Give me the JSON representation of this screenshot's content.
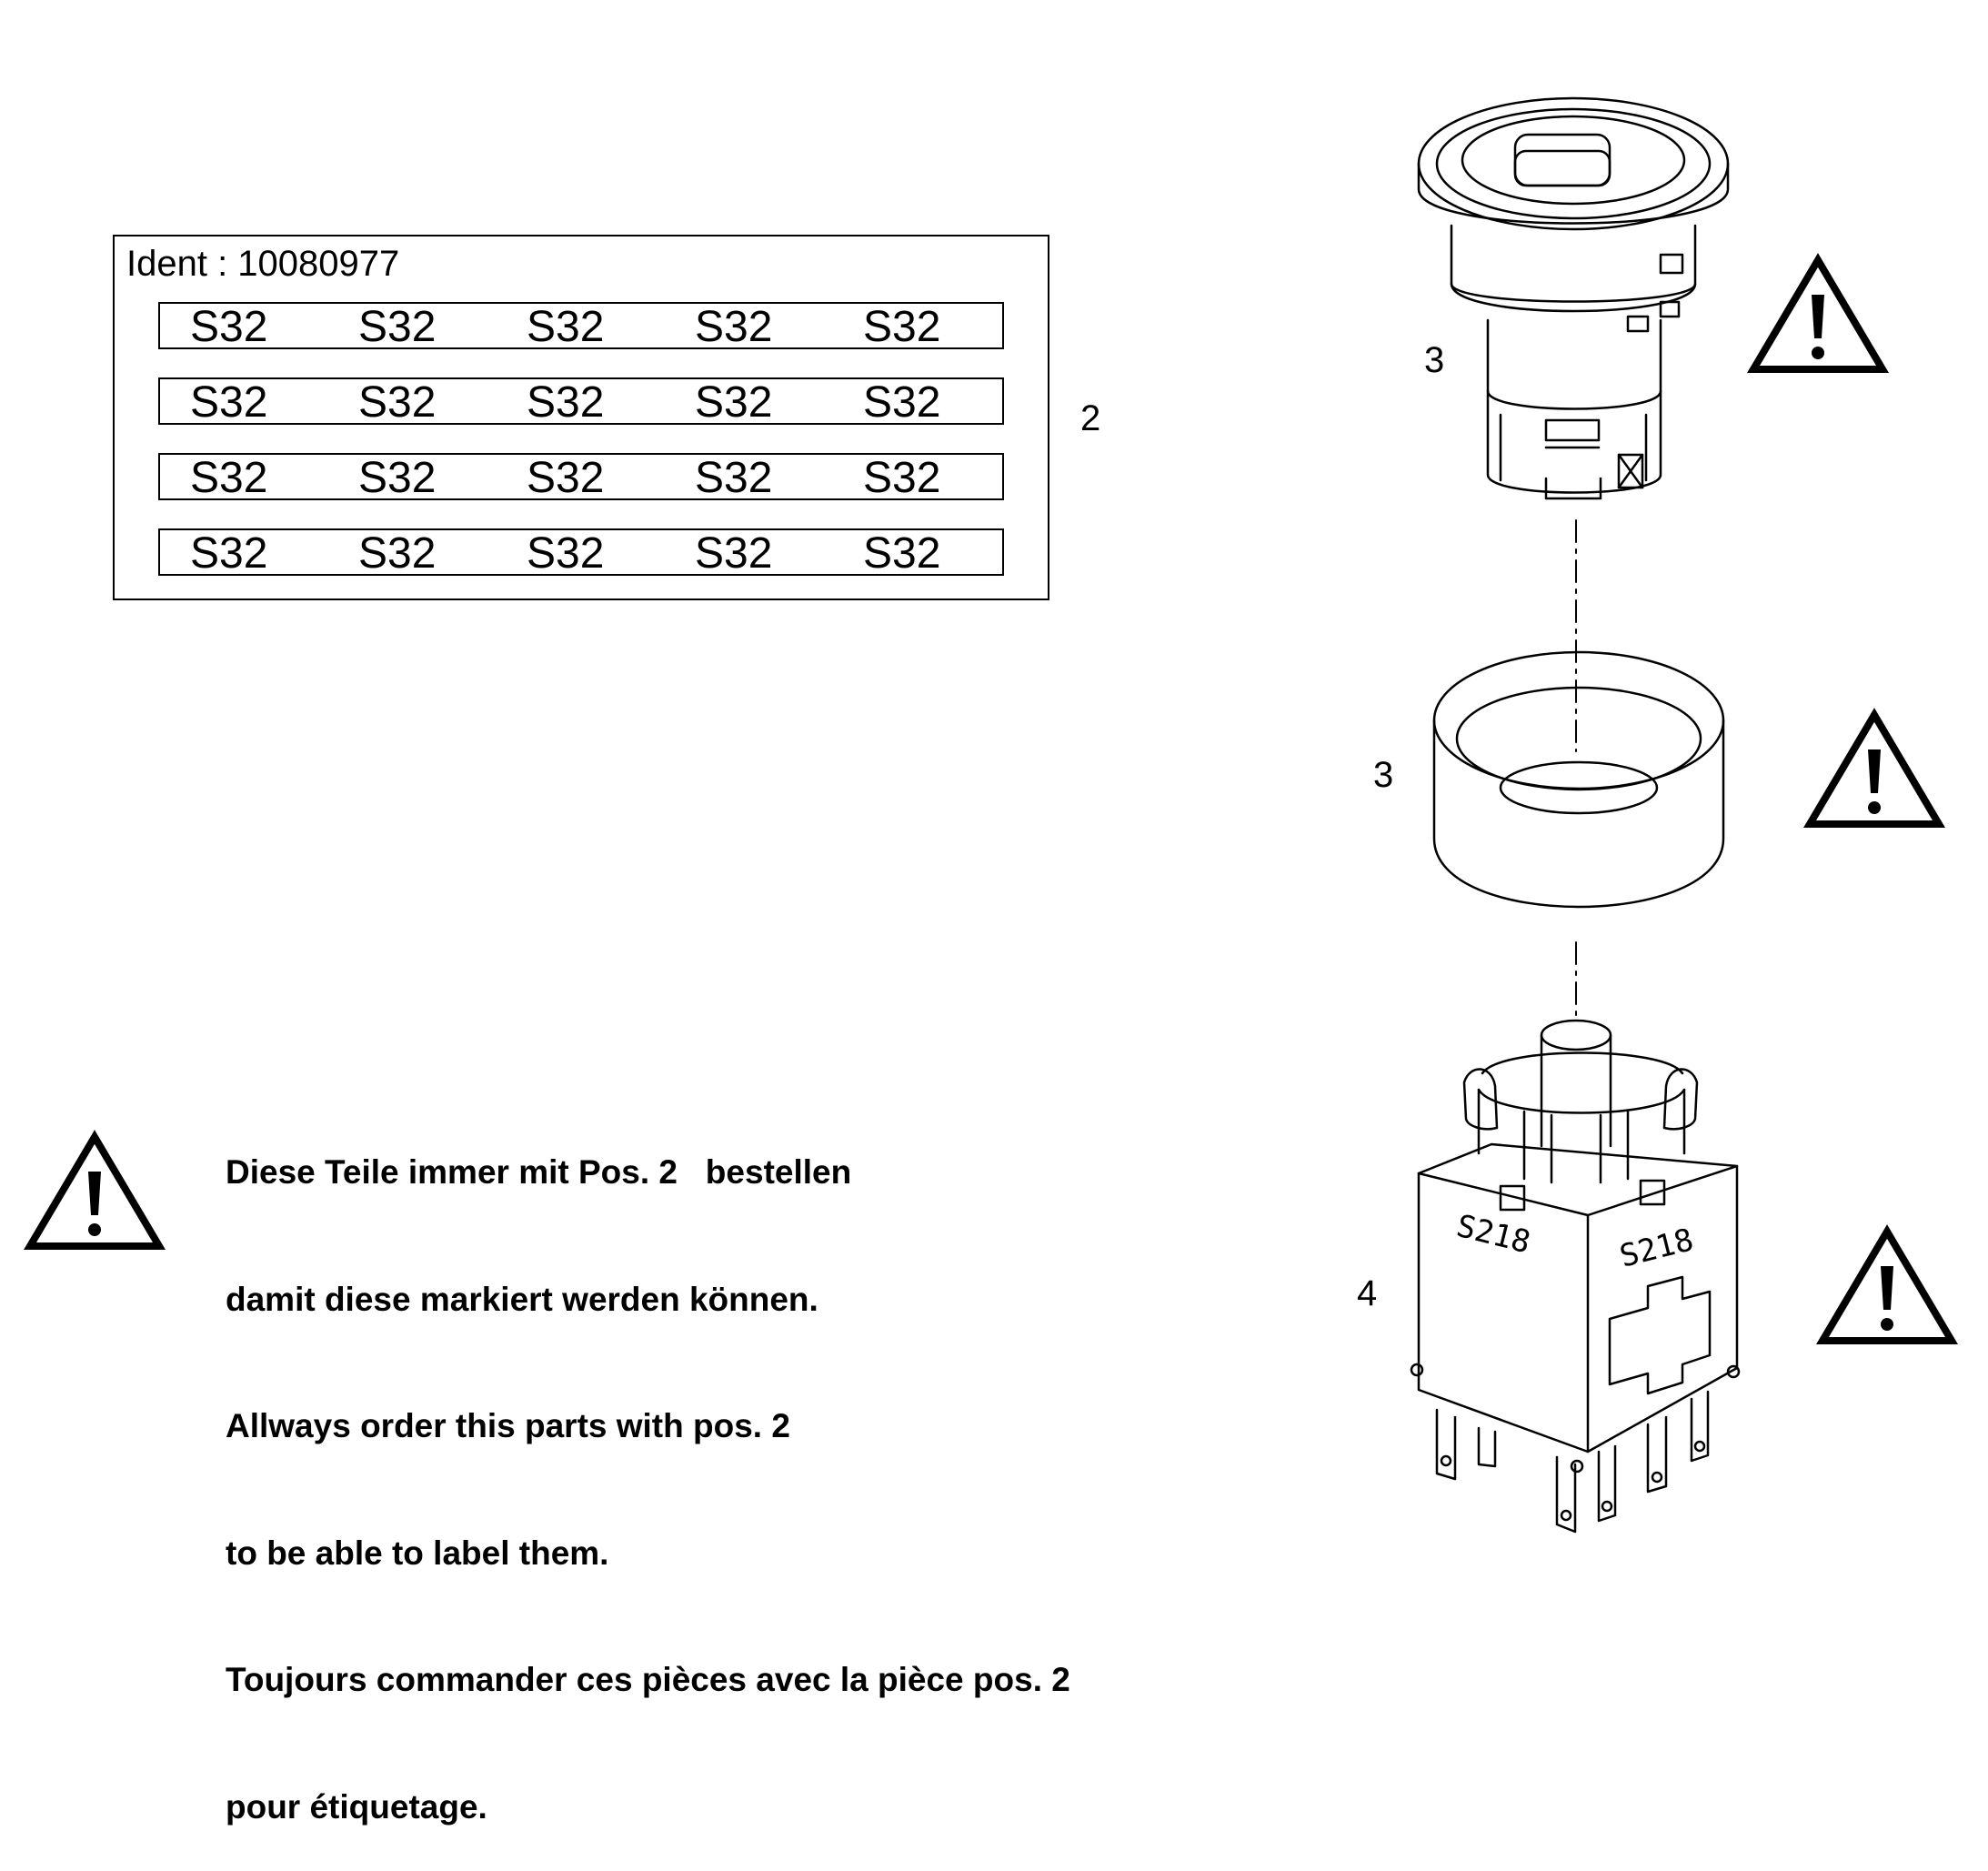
{
  "label_card": {
    "ident": "Ident : 10080977",
    "rows": [
      [
        "S32",
        "S32",
        "S32",
        "S32",
        "S32"
      ],
      [
        "S32",
        "S32",
        "S32",
        "S32",
        "S32"
      ],
      [
        "S32",
        "S32",
        "S32",
        "S32",
        "S32"
      ],
      [
        "S32",
        "S32",
        "S32",
        "S32",
        "S32"
      ]
    ]
  },
  "position_numbers": {
    "label_card": "2",
    "pushbutton_head": "3",
    "collar_ring": "3",
    "switch_block": "4"
  },
  "switch_block_markings": {
    "left_face": "S218",
    "right_face": "S218"
  },
  "note_lines": [
    "Diese Teile immer mit Pos. 2   bestellen",
    "damit diese markiert werden können.",
    "Allways order this parts with pos. 2",
    "to be able to label them.",
    "Toujours commander ces pièces avec la pièce pos. 2",
    "pour étiquetage."
  ],
  "icons": {
    "warning": "warning-triangle-exclamation-icon"
  }
}
